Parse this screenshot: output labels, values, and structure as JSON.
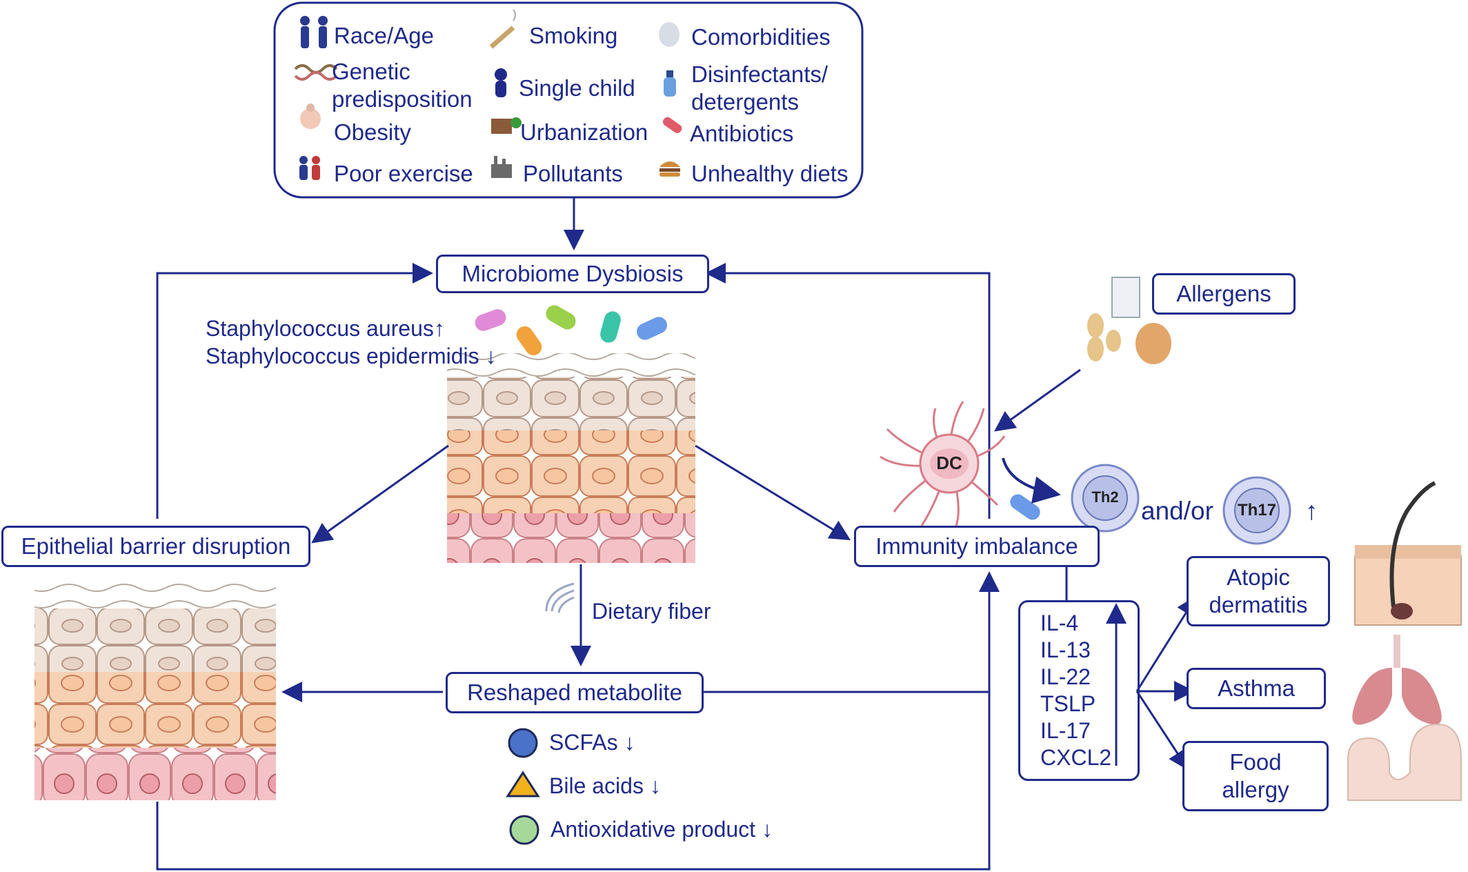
{
  "risk_factors": {
    "race_age": "Race/Age",
    "smoking": "Smoking",
    "comorbidities": "Comorbidities",
    "genetic": "Genetic\npredisposition",
    "single_child": "Single child",
    "disinfectants": "Disinfectants/\ndetergents",
    "obesity": "Obesity",
    "urbanization": "Urbanization",
    "antibiotics": "Antibiotics",
    "poor_exercise": "Poor exercise",
    "pollutants": "Pollutants",
    "unhealthy_diets": "Unhealthy diets"
  },
  "nodes": {
    "microbiome": "Microbiome Dysbiosis",
    "epithelial": "Epithelial barrier disruption",
    "immunity": "Immunity imbalance",
    "metabolite": "Reshaped metabolite",
    "allergens": "Allergens",
    "atopic": "Atopic\ndermatitis",
    "asthma": "Asthma",
    "food_allergy": "Food\nallergy"
  },
  "bacteria": {
    "aureus": "Staphylococcus aureus↑",
    "epidermidis": "Staphylococcus epidermidis ↓"
  },
  "dietary_fiber": "Dietary fiber",
  "cells": {
    "dc": "DC",
    "th2": "Th2",
    "th17": "Th17",
    "and_or": "and/or",
    "up_arrow": "↑"
  },
  "cytokines": [
    "IL-4",
    "IL-13",
    "IL-22",
    "TSLP",
    "IL-17",
    "CXCL2"
  ],
  "metabolites": [
    {
      "label": "SCFAs ↓",
      "shape": "circle",
      "color": "#4a72c8"
    },
    {
      "label": "Bile acids ↓",
      "shape": "triangle",
      "color": "#f2b21c"
    },
    {
      "label": "Antioxidative product ↓",
      "shape": "circle",
      "color": "#a6d89a"
    }
  ],
  "colors": {
    "primary": "#1f2a8a"
  }
}
